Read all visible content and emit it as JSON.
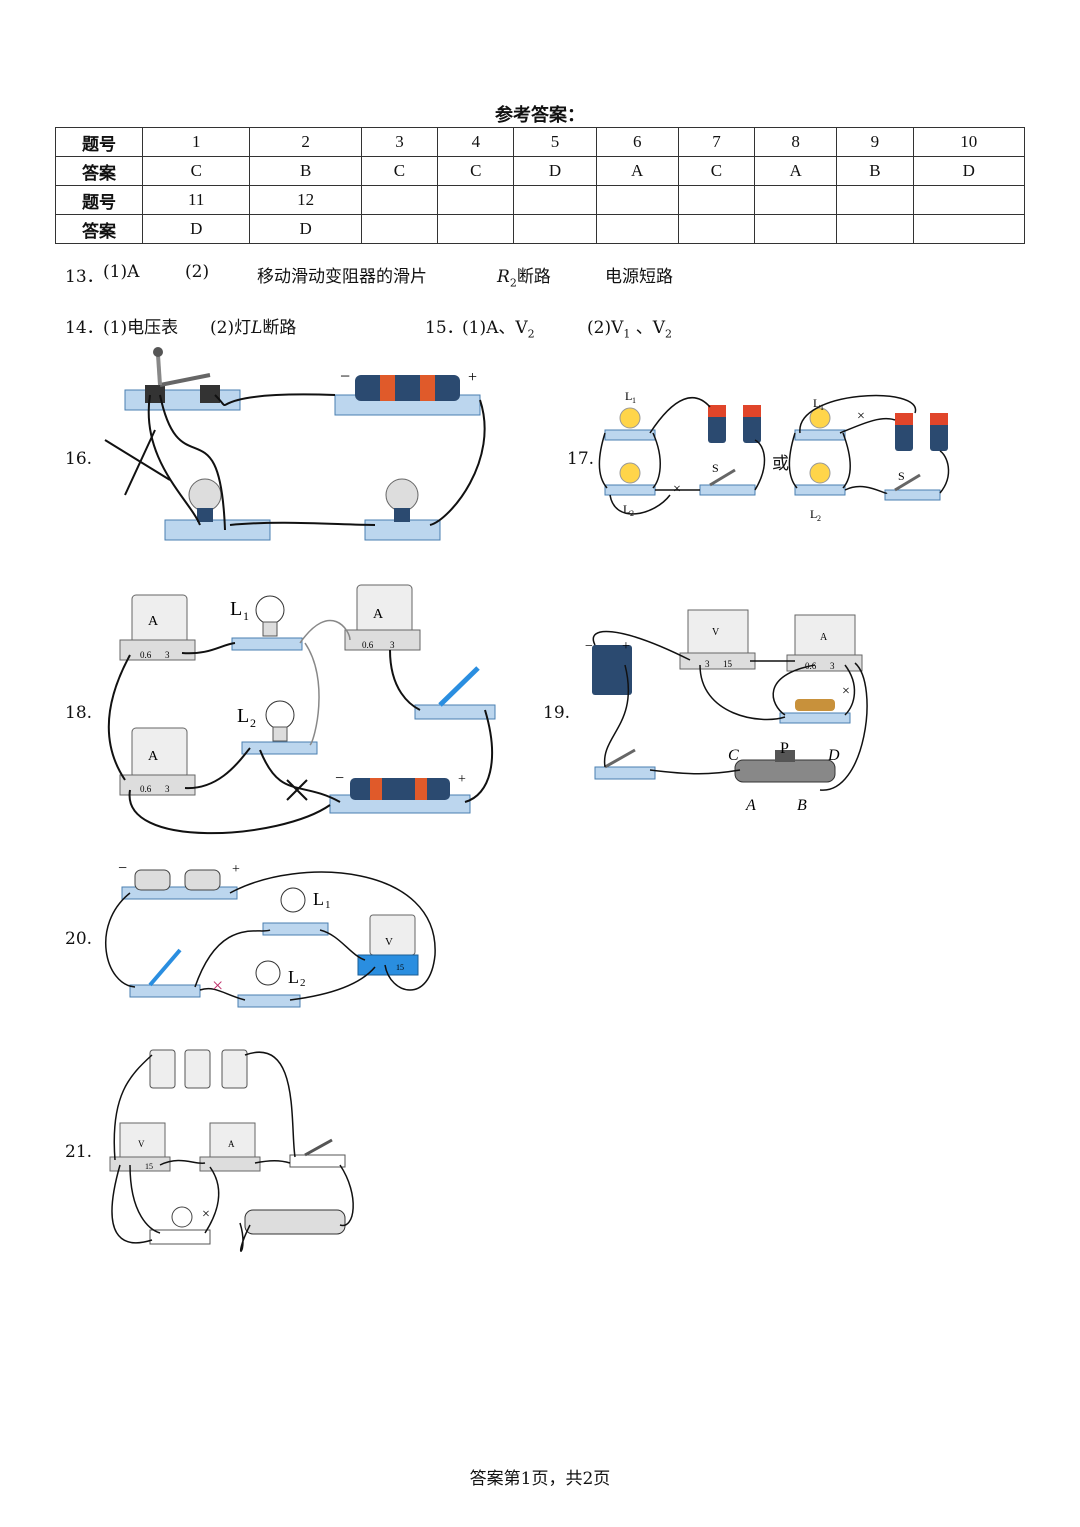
{
  "title": "参考答案：",
  "table": {
    "rows": [
      {
        "header": "题号",
        "cells": [
          "1",
          "2",
          "3",
          "4",
          "5",
          "6",
          "7",
          "8",
          "9",
          "10"
        ]
      },
      {
        "header": "答案",
        "cells": [
          "C",
          "B",
          "C",
          "C",
          "D",
          "A",
          "C",
          "A",
          "B",
          "D"
        ]
      },
      {
        "header": "题号",
        "cells": [
          "11",
          "12",
          "",
          "",
          "",
          "",
          "",
          "",
          "",
          ""
        ]
      },
      {
        "header": "答案",
        "cells": [
          "D",
          "D",
          "",
          "",
          "",
          "",
          "",
          "",
          "",
          ""
        ]
      }
    ]
  },
  "q13": {
    "num": "13．",
    "a1": "(1)A",
    "a2": "(2)",
    "a3": "移动滑动变阻器的滑片",
    "a4_r": "R",
    "a4_sub": "2",
    "a4_text": "断路",
    "a5": "电源短路"
  },
  "q14": {
    "num": "14．",
    "a1": "(1)电压表",
    "a2_pre": "(2)灯",
    "a2_l": "L",
    "a2_post": "断路"
  },
  "q15": {
    "num": "15．",
    "a1": "(1)A、V",
    "a1_sub": "2",
    "a2": "(2)V",
    "a2_sub1": "1",
    "a2_mid": " 、V",
    "a2_sub2": "2"
  },
  "figures": {
    "q16": "16.",
    "q17": "17.",
    "q17_or": "或",
    "q18": "18.",
    "q19": "19.",
    "q20": "20.",
    "q21": "21.",
    "labels": {
      "L": "L",
      "sub1": "1",
      "sub2": "2",
      "S": "S",
      "A": "A",
      "V": "V",
      "minus": "−",
      "plus": "+",
      "C": "C",
      "P": "P",
      "D": "D",
      "B": "B",
      "scale_06": "0.6",
      "scale_3": "3",
      "scale_15": "15",
      "cross": "×"
    }
  },
  "footer": "答案第1页，共2页"
}
